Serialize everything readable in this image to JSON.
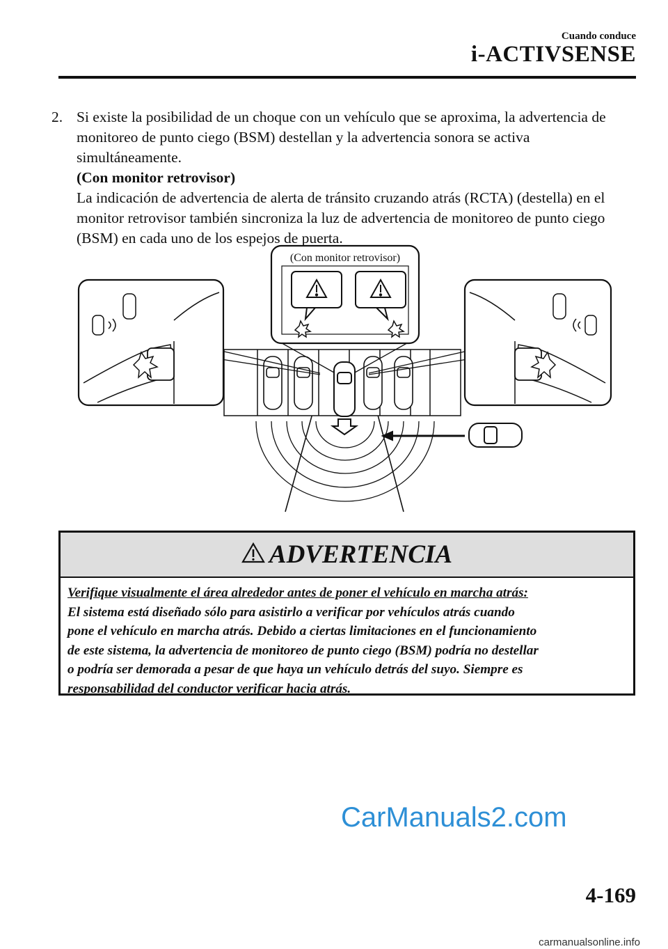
{
  "header": {
    "section": "Cuando conduce",
    "title": "i-ACTIVSENSE"
  },
  "item": {
    "number": "2.",
    "lines": [
      "Si existe la posibilidad de un choque con un vehículo que se aproxima, la advertencia de",
      "monitoreo de punto ciego (BSM) destellan y la advertencia sonora se activa",
      "simultáneamente."
    ],
    "subheading": "(Con monitor retrovisor)",
    "sub_lines": [
      "La indicación de advertencia de alerta de tránsito cruzando atrás (RCTA) (destella) en el",
      "monitor retrovisor también sincroniza la luz de advertencia de monitoreo de punto ciego",
      "(BSM) en cada uno de los espejos de puerta."
    ]
  },
  "figure": {
    "callout_label": "(Con monitor retrovisor)",
    "icons": [
      "warning-triangle-icon",
      "warning-triangle-icon",
      "flash-icon",
      "car-icon"
    ]
  },
  "warning": {
    "title": "ADVERTENCIA",
    "underlined": "Verifique visualmente el área alrededor antes de poner el vehículo en marcha atrás:",
    "lines": [
      "El sistema está diseñado sólo para asistirlo a verificar por vehículos atrás cuando",
      "pone el vehículo en marcha atrás. Debido a ciertas limitaciones en el funcionamiento",
      "de este sistema, la advertencia de monitoreo de punto ciego (BSM) podría no destellar",
      "o podría ser demorada a pesar de que haya un vehículo detrás del suyo. Siempre es",
      "responsabilidad del conductor verificar hacia atrás."
    ]
  },
  "watermark": "CarManuals2.com",
  "page_number": "4-169",
  "footer": "carmanualsonline.info"
}
